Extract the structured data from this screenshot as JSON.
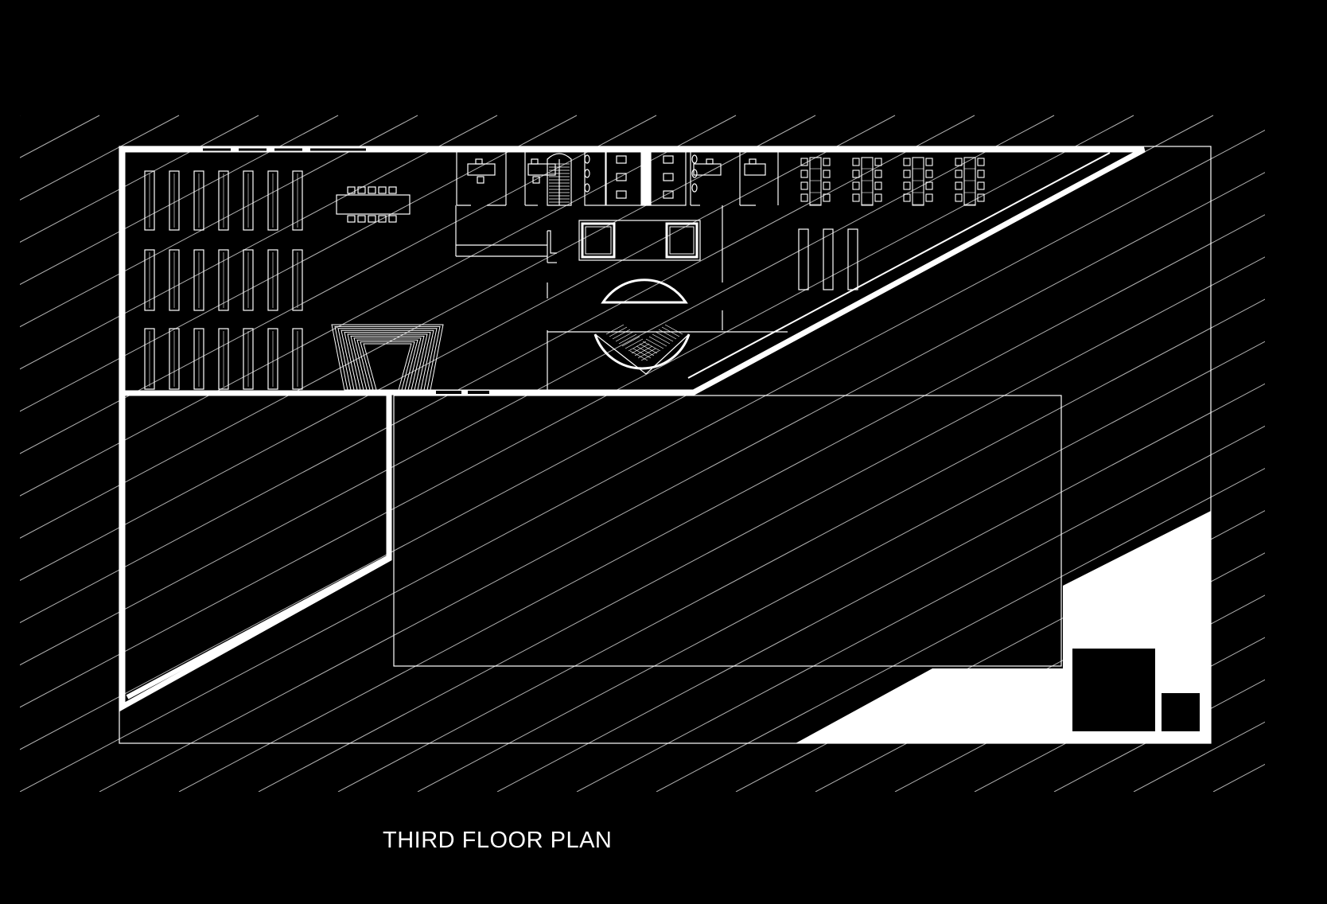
{
  "drawing": {
    "title": "THIRD FLOOR PLAN",
    "background_color": "#000000",
    "line_color": "#ffffff"
  },
  "legend": {
    "hatch": "diagonal-hatch",
    "solid": "solid-fill"
  }
}
